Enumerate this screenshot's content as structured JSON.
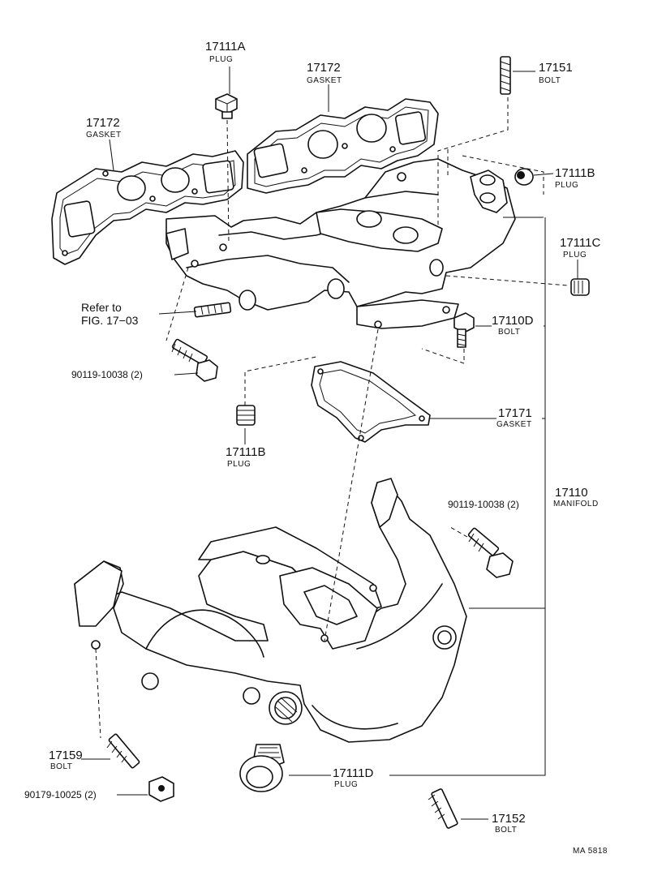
{
  "labels": {
    "p17111A": {
      "num": "17111A",
      "name": "PLUG"
    },
    "p17172_top": {
      "num": "17172",
      "name": "GASKET"
    },
    "p17172_left": {
      "num": "17172",
      "name": "GASKET"
    },
    "p17151": {
      "num": "17151",
      "name": "BOLT"
    },
    "p17111B_right": {
      "num": "17111B",
      "name": "PLUG"
    },
    "p17111C": {
      "num": "17111C",
      "name": "PLUG"
    },
    "p17110D": {
      "num": "17110D",
      "name": "BOLT"
    },
    "refer": {
      "line1": "Refer to",
      "line2": "FIG. 17−03"
    },
    "p90119_left": {
      "num": "90119-10038 (2)"
    },
    "p17171": {
      "num": "17171",
      "name": "GASKET"
    },
    "p17111B_left": {
      "num": "17111B",
      "name": "PLUG"
    },
    "p17110": {
      "num": "17110",
      "name": "MANIFOLD"
    },
    "p90119_right": {
      "num": "90119-10038 (2)"
    },
    "p17159": {
      "num": "17159",
      "name": "BOLT"
    },
    "p17111D": {
      "num": "17111D",
      "name": "PLUG"
    },
    "p90179": {
      "num": "90179-10025 (2)"
    },
    "p17152": {
      "num": "17152",
      "name": "BOLT"
    },
    "figure_code": "MA 5818"
  }
}
